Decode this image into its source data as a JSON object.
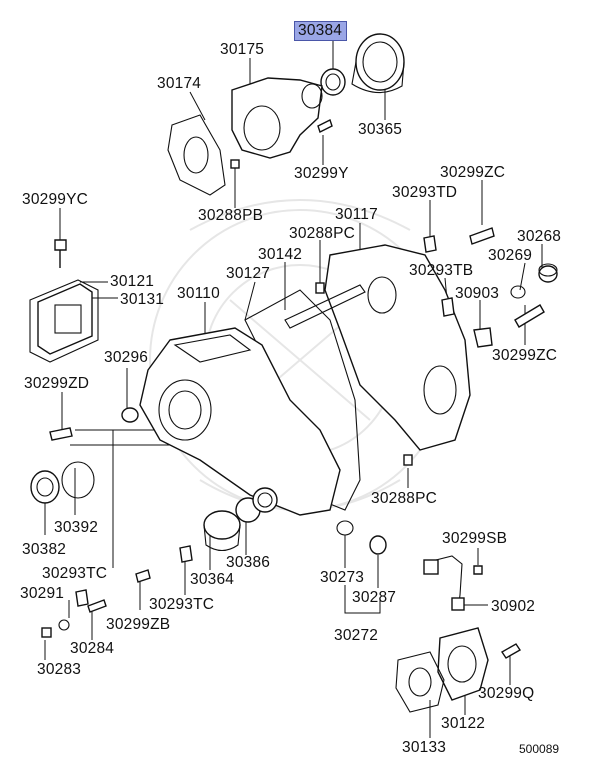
{
  "diagram": {
    "diagram_id": "500089",
    "highlighted_part": "30384",
    "labels": {
      "p30384": "30384",
      "p30175": "30175",
      "p30174": "30174",
      "p30365": "30365",
      "p30299Y": "30299Y",
      "p30288PB": "30288PB",
      "p30299YC": "30299YC",
      "p30299ZC_top": "30299ZC",
      "p30293TD": "30293TD",
      "p30117": "30117",
      "p30288PC_top": "30288PC",
      "p30268": "30268",
      "p30142": "30142",
      "p30269": "30269",
      "p30127": "30127",
      "p30293TB": "30293TB",
      "p30121": "30121",
      "p30131": "30131",
      "p30110": "30110",
      "p30903": "30903",
      "p30299ZC_right": "30299ZC",
      "p30296": "30296",
      "p30299ZD": "30299ZD",
      "p30288PC_bottom": "30288PC",
      "p30392": "30392",
      "p30299SB": "30299SB",
      "p30382": "30382",
      "p30386": "30386",
      "p30293TC_left": "30293TC",
      "p30364": "30364",
      "p30273": "30273",
      "p30291": "30291",
      "p30287": "30287",
      "p30902": "30902",
      "p30293TC_bottom": "30293TC",
      "p30299ZB": "30299ZB",
      "p30272": "30272",
      "p30284": "30284",
      "p30299Q": "30299Q",
      "p30283": "30283",
      "p30122": "30122",
      "p30133": "30133"
    }
  }
}
